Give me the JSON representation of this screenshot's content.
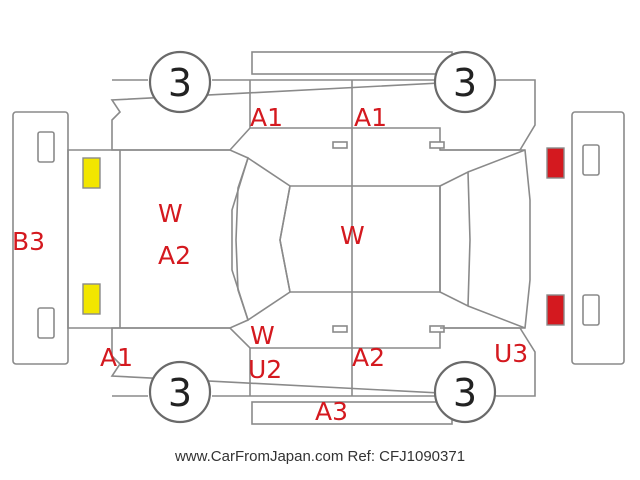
{
  "colors": {
    "damage_label": "#d4191f",
    "outline": "#8a8a8a",
    "front_lamp": "#f2e600",
    "rear_lamp": "#d4191f"
  },
  "wheels": {
    "front_left": "3",
    "front_right": "3",
    "rear_left": "3",
    "rear_right": "3"
  },
  "labels": {
    "front_bumper": "B3",
    "hood_w": "W",
    "hood_a2": "A2",
    "roof_w": "W",
    "top_front_door": "A1",
    "top_rear_door": "A1",
    "bottom_front_fender": "A1",
    "bottom_pillar_w": "W",
    "bottom_front_door_u2": "U2",
    "bottom_rear_door": "A2",
    "bottom_rear_quarter": "U3",
    "bottom_sill": "A3"
  },
  "footer": "www.CarFromJapan.com Ref: CFJ1090371"
}
